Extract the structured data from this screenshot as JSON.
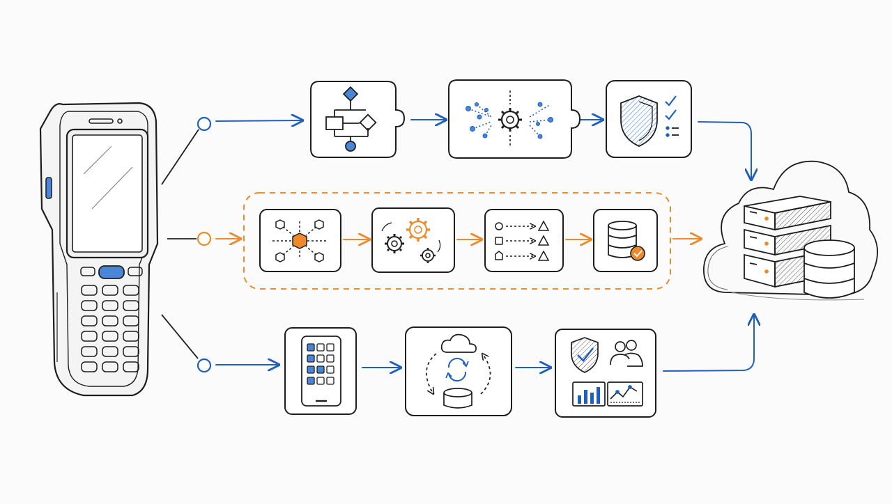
{
  "colors": {
    "ink": "#1d1d1d",
    "blue": "#1f5fbf",
    "orange": "#ee8a2a",
    "light_blue": "#4a86d8",
    "paper": "#fbfbfb"
  },
  "device": {
    "icon": "rugged-handheld-scanner-icon",
    "keypad_rows": 6,
    "keypad_cols": 3
  },
  "flows": [
    {
      "id": "top",
      "color": "blue",
      "steps": [
        {
          "icon": "process-flowchart-icon"
        },
        {
          "icon": "integration-gear-network-icon"
        },
        {
          "icon": "security-shield-checklist-icon"
        }
      ]
    },
    {
      "id": "middle",
      "color": "orange",
      "grouped": true,
      "steps": [
        {
          "icon": "hub-network-icon"
        },
        {
          "icon": "processing-gears-icon"
        },
        {
          "icon": "data-mapping-icon"
        },
        {
          "icon": "verified-database-icon"
        }
      ]
    },
    {
      "id": "bottom",
      "color": "blue",
      "steps": [
        {
          "icon": "mobile-app-icon"
        },
        {
          "icon": "cloud-database-sync-icon"
        },
        {
          "icon": "security-users-analytics-icon"
        }
      ]
    }
  ],
  "destination": {
    "icon": "cloud-server-datacenter-icon"
  }
}
